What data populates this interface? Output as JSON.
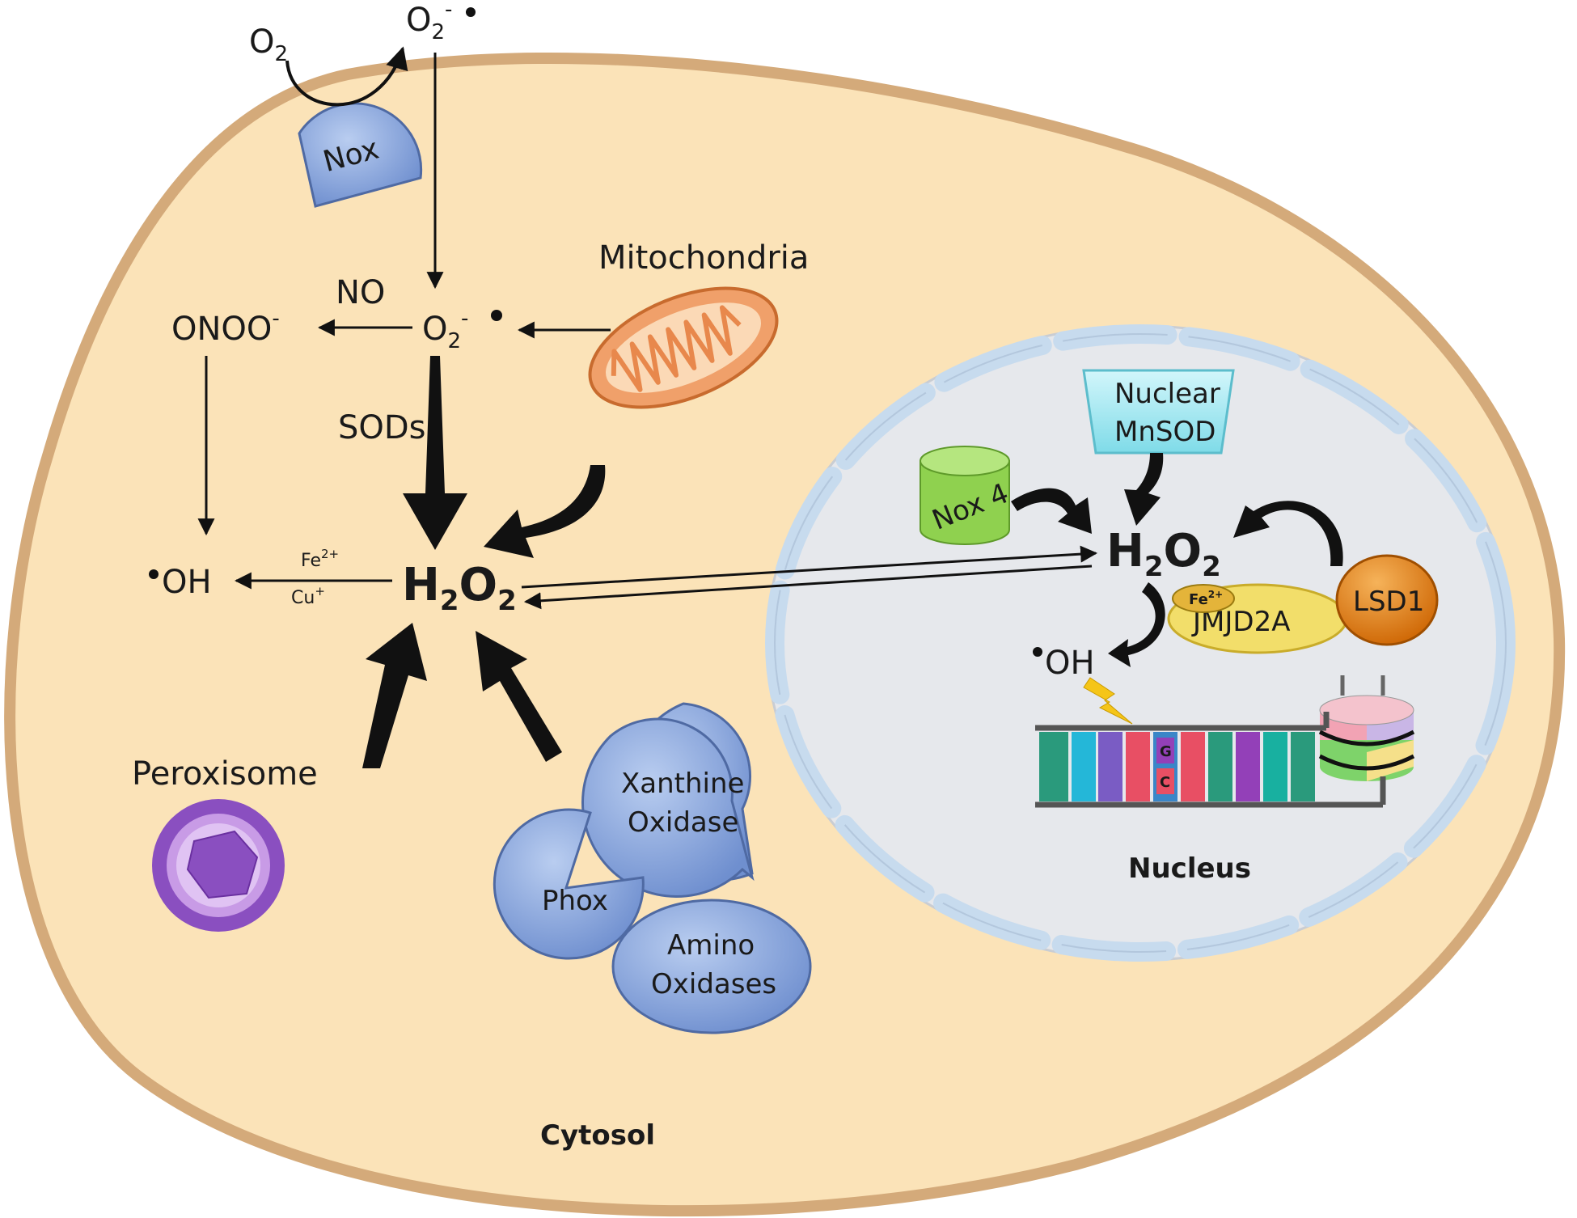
{
  "labels": {
    "o2": "O",
    "o2_sub": "2",
    "superoxide_top": "O",
    "superoxide_top_sub": "2",
    "superoxide_top_sup": "-",
    "nox": "Nox",
    "no": "NO",
    "onoo": "ONOO",
    "onoo_sup": "-",
    "superoxide_mid": "O",
    "superoxide_mid_sub": "2",
    "superoxide_mid_sup": "-",
    "mitochondria": "Mitochondria",
    "sods": "SODs",
    "oh_left": "OH",
    "fe2": "Fe",
    "fe2_sup": "2+",
    "cu": "Cu",
    "cu_sup": "+",
    "h2o2_left_h": "H",
    "h2o2_left_2a": "2",
    "h2o2_left_o": "O",
    "h2o2_left_2b": "2",
    "peroxisome": "Peroxisome",
    "xanthine_1": "Xanthine",
    "xanthine_2": "Oxidase",
    "phox": "Phox",
    "amino_1": "Amino",
    "amino_2": "Oxidases",
    "cytosol": "Cytosol",
    "nuclear_1": "Nuclear",
    "nuclear_2": "MnSOD",
    "nox4": "Nox 4",
    "h2o2_right_h": "H",
    "h2o2_right_2a": "2",
    "h2o2_right_o": "O",
    "h2o2_right_2b": "2",
    "fe_nuc": "Fe",
    "fe_nuc_sup": "2+",
    "jmjd2a": "JMJD2A",
    "lsd1": "LSD1",
    "oh_right": "OH",
    "dna_g": "G",
    "dna_c": "C",
    "nucleus": "Nucleus"
  },
  "colors": {
    "cell_fill": "#fbe3b8",
    "cell_border": "#d4aa7a",
    "nucleus_fill": "#e6e8ec",
    "envelope": "#c7dbee",
    "enzyme_blue": "#8ea9dd",
    "mito": "#f0a06a",
    "peroxisome": "#8a4fc0",
    "nox4_green": "#8fd14f",
    "mnsod_cyan": "#a8ecf5",
    "jmjd2a": "#f2de6a",
    "lsd1": "#e88a1e"
  }
}
